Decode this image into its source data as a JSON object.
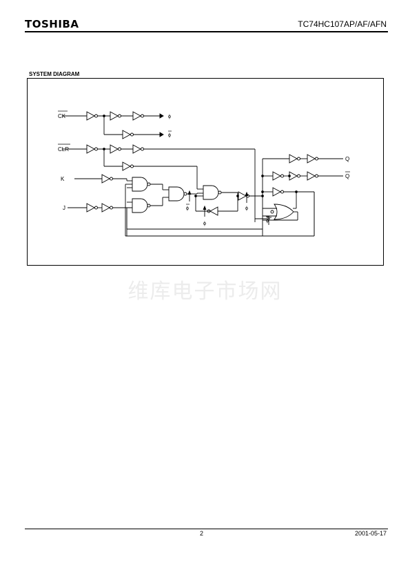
{
  "header": {
    "brand": "TOSHIBA",
    "part_number": "TC74HC107AP/AF/AFN"
  },
  "section": {
    "title": "SYSTEM   DIAGRAM"
  },
  "diagram": {
    "inputs": {
      "ck": "CK",
      "clr": "CLR",
      "k": "K",
      "j": "J"
    },
    "outputs": {
      "q": "Q",
      "q_bar": "Q"
    },
    "clock_phase": "ϕ"
  },
  "watermark": "维库电子市场网",
  "footer": {
    "page": "2",
    "date": "2001-05-17"
  }
}
